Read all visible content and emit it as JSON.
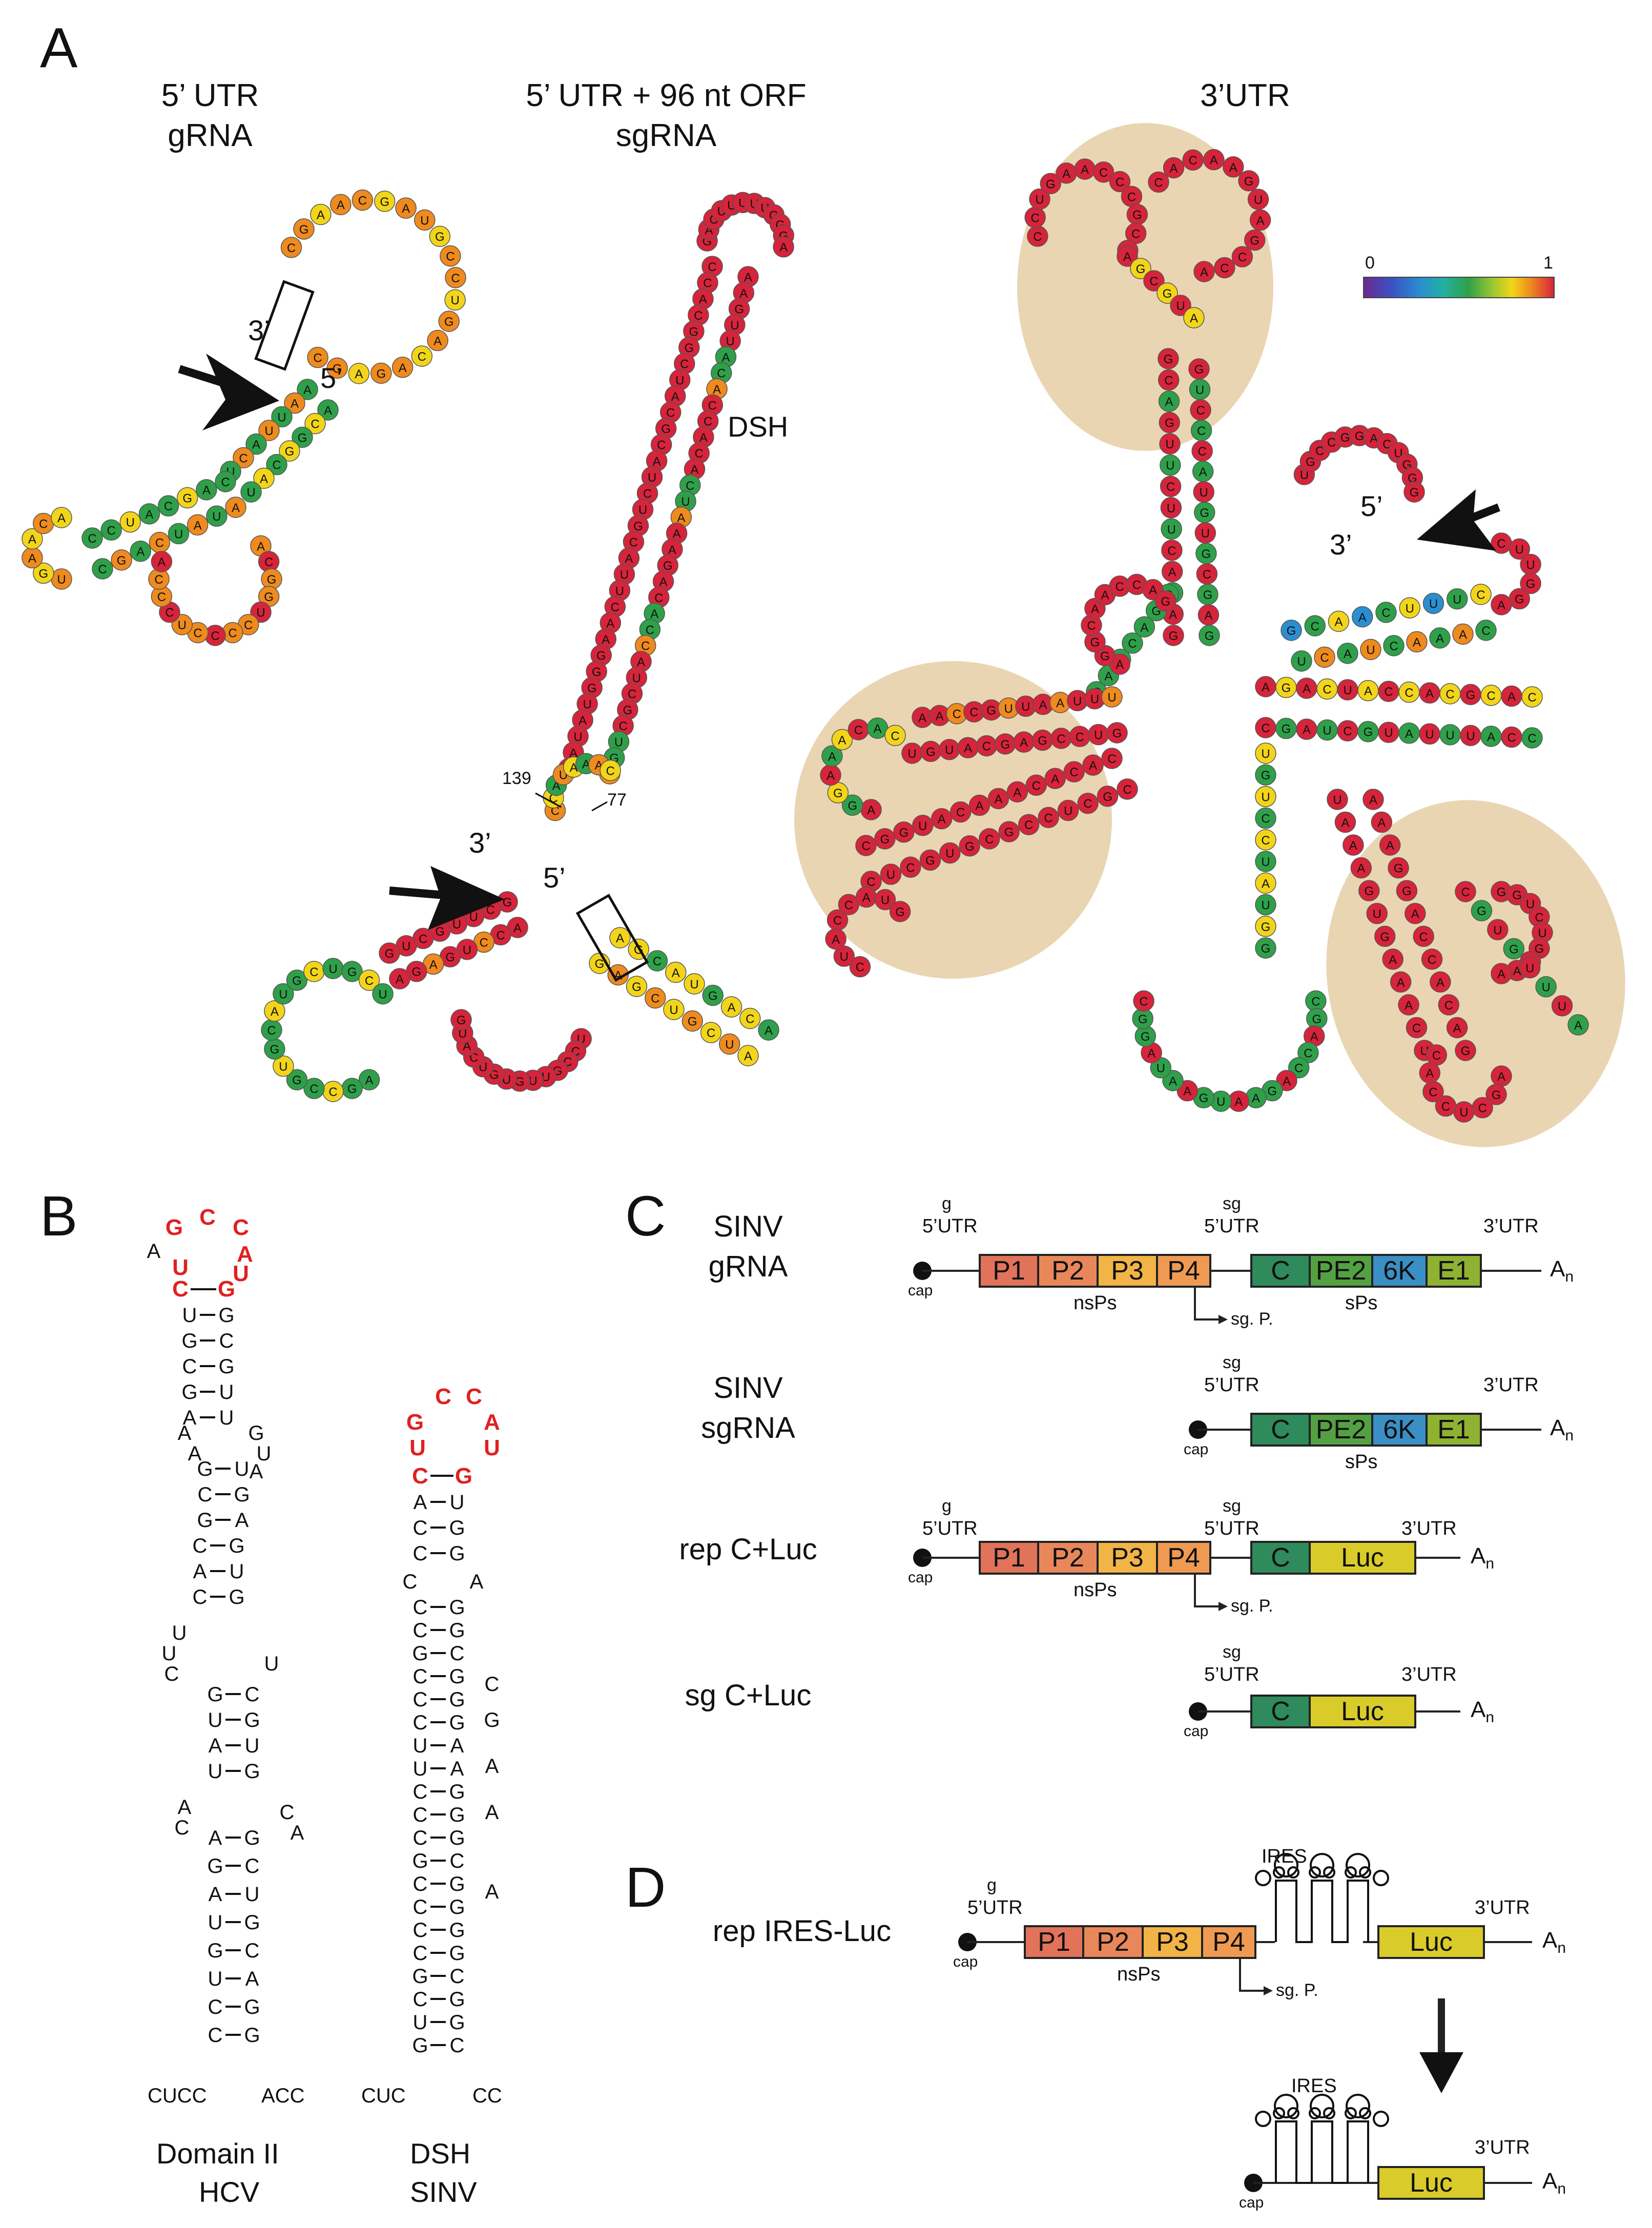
{
  "panels": {
    "A": {
      "letter": "A"
    },
    "B": {
      "letter": "B"
    },
    "C": {
      "letter": "C"
    },
    "D": {
      "letter": "D"
    }
  },
  "panelA": {
    "struct1": {
      "title_line1": "5’ UTR",
      "title_line2": "gRNA",
      "end5": "5’",
      "end3": "3’"
    },
    "struct2": {
      "title_line1": "5’ UTR + 96 nt ORF",
      "title_line2": "sgRNA",
      "dsh": "DSH",
      "pos139": "139",
      "pos77": "77",
      "end5": "5’",
      "end3": "3’"
    },
    "struct3": {
      "title": "3’UTR",
      "end5": "5’",
      "end3": "3’"
    },
    "colorbar": {
      "min": "0",
      "max": "1"
    }
  },
  "panelB": {
    "hcv": {
      "label1": "Domain II",
      "label2": "HCV",
      "tail_left": "CUCC",
      "tail_right": "ACC"
    },
    "sinv": {
      "label1": "DSH",
      "label2": "SINV",
      "tail_left": "CUC",
      "tail_right": "CC"
    }
  },
  "panelC": {
    "constructs": [
      {
        "name1": "SINV",
        "name2": "gRNA"
      },
      {
        "name1": "SINV",
        "name2": "sgRNA"
      },
      {
        "name1": "rep C+Luc",
        "name2": ""
      },
      {
        "name1": "sg C+Luc",
        "name2": ""
      }
    ],
    "labels": {
      "g": "g",
      "utr5": "5’UTR",
      "sg": "sg",
      "utr3": "3’UTR",
      "cap": "cap",
      "nsps": "nsPs",
      "sps": "sPs",
      "sgp": "sg. P.",
      "an": "A",
      "an_sub": "n",
      "P1": "P1",
      "P2": "P2",
      "P3": "P3",
      "P4": "P4",
      "C": "C",
      "PE2": "PE2",
      "6K": "6K",
      "E1": "E1",
      "Luc": "Luc"
    }
  },
  "panelD": {
    "name": "rep IRES-Luc",
    "ires": "IRES",
    "labels": {
      "g": "g",
      "utr5": "5’UTR",
      "utr3": "3’UTR",
      "cap": "cap",
      "nsps": "nsPs",
      "sgp": "sg. P.",
      "an": "A",
      "an_sub": "n",
      "Luc": "Luc",
      "P1": "P1",
      "P2": "P2",
      "P3": "P3",
      "P4": "P4"
    }
  },
  "colors": {
    "high": "#d6243b",
    "orange": "#ee8a1e",
    "yellow": "#f2d51a",
    "green": "#2fa04a",
    "blue": "#2a8fd0",
    "shade": "#e9d3b0",
    "p1": "#e0735a",
    "p2": "#e8875a",
    "p3": "#f2b446",
    "p4": "#ef9a52",
    "cbox": "#2f8a5c",
    "pe2": "#53a142",
    "k6": "#3a8fc4",
    "e1": "#8fb233",
    "luc": "#d9cc2a"
  }
}
